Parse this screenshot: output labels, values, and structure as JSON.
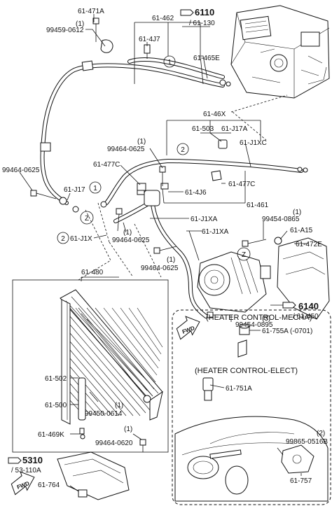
{
  "callouts": {
    "ref_6110": "6110",
    "ref_61_130": "/ 61-130",
    "ref_6140": "6140",
    "ref_61_450": "/ 61-450",
    "ref_5310": "5310",
    "ref_53_110a": "/ 53-110A"
  },
  "labels": {
    "p61_471a": "61-471A",
    "q1_a": "(1)",
    "p99459_0612": "99459-0612",
    "p61_462": "61-462",
    "p61_4j7": "61-4J7",
    "p61_465e": "61-465E",
    "p61_46x": "61-46X",
    "p61_503": "61-503",
    "p61_j17a": "61-J17A",
    "p61_j1xc": "61-J1XC",
    "q1_b": "(1)",
    "p99464_0625_a": "99464-0625",
    "p61_477c_a": "61-477C",
    "p99464_0625_b": "99464-0625",
    "p61_j17": "61-J17",
    "p61_4j6": "61-4J6",
    "p61_477c_b": "61-477C",
    "p61_461": "61-461",
    "p61_j1xa_a": "61-J1XA",
    "p61_j1xa_b": "61-J1XA",
    "p61_j1x": "61-J1X",
    "q1_c": "(1)",
    "p99464_0625_c": "99464-0625",
    "q1_d": "(1)",
    "p99454_0865": "99454-0865",
    "p61_a15": "61-A15",
    "p61_472e": "61-472E",
    "q1_e": "(1)",
    "p99464_0625_d": "99464-0625",
    "p61_480": "61-480",
    "q3": "(3)",
    "p99454_0895": "99454-0895",
    "p61_502": "61-502",
    "p61_500": "61-500",
    "q1_f": "(1)",
    "p99450_0614": "99450-0614",
    "p61_469k": "61-469K",
    "q1_g": "(1)",
    "p99464_0620": "99464-0620",
    "p61_764": "61-764",
    "heater_mecha": "(HEATER CONTROL-MECHA)",
    "p61_755a": "61-755A (-0701)",
    "heater_elect": "(HEATER CONTROL-ELECT)",
    "p61_751a": "61-751A",
    "q2": "(2)",
    "p99865_0516b": "99865-0516B",
    "p61_757": "61-757",
    "fwd_a": "FWD",
    "fwd_b": "FWD"
  },
  "circled": {
    "c1_top": "1",
    "c2_top": "2",
    "c1_mid": "1",
    "cz_left": "Z",
    "c2_left": "2",
    "cz_comp": "Z"
  }
}
